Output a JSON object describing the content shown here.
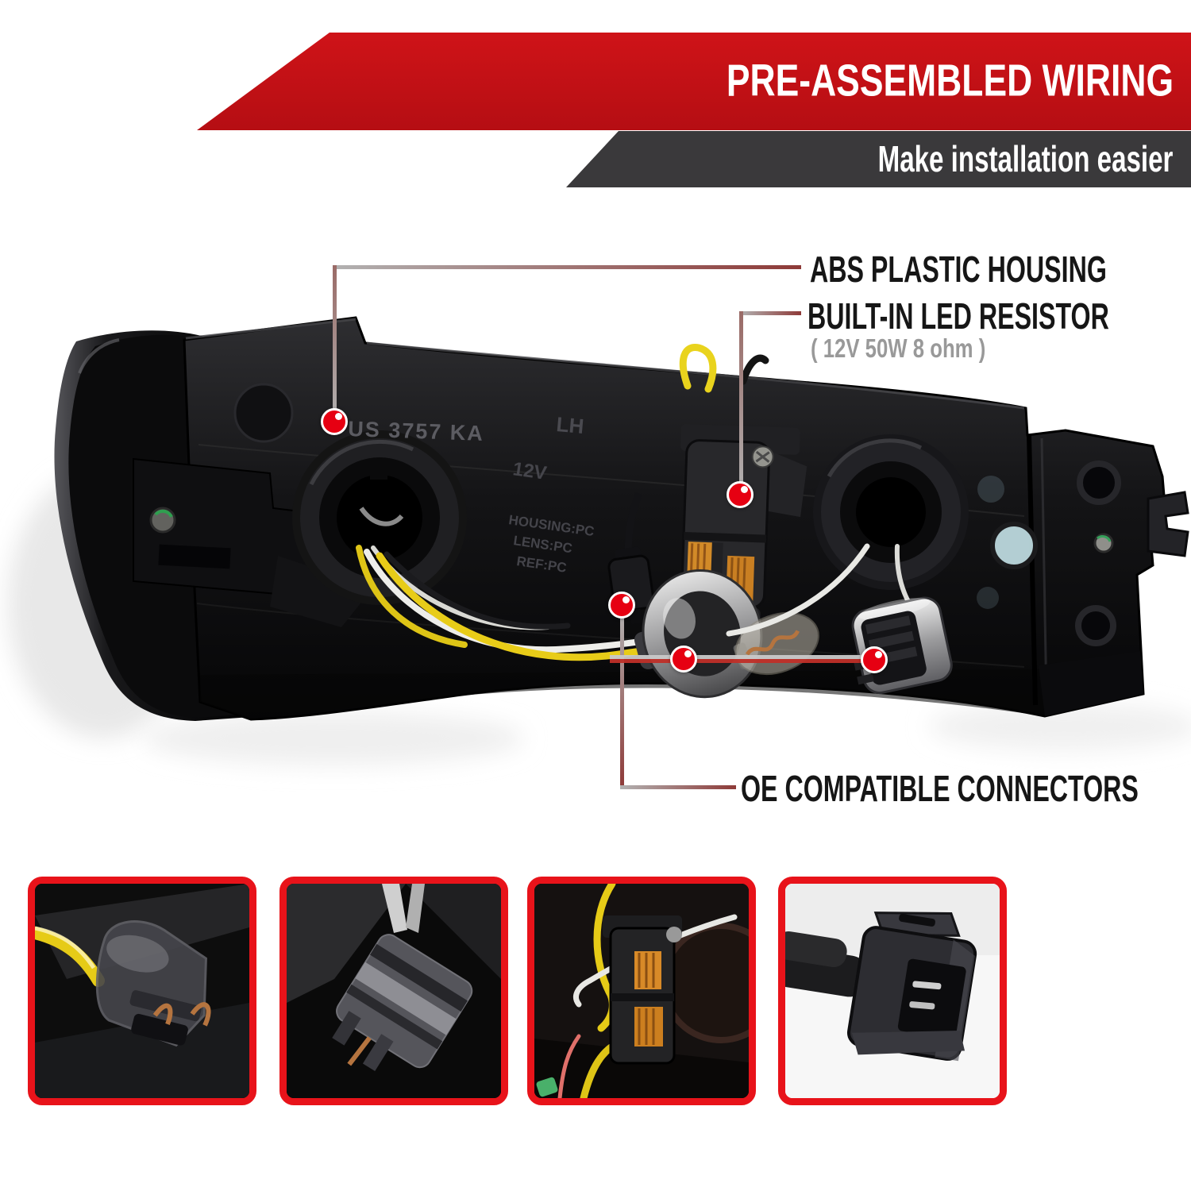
{
  "header": {
    "title": "PRE-ASSEMBLED WIRING",
    "subtitle": "Make installation easier"
  },
  "callouts": {
    "abs_housing": {
      "label": "ABS PLASTIC HOUSING"
    },
    "led_resistor": {
      "label": "BUILT-IN LED RESISTOR",
      "spec": "( 12V 50W 8 ohm )"
    },
    "oe_connectors": {
      "label": "OE COMPATIBLE CONNECTORS"
    }
  },
  "product": {
    "markings": {
      "part_code": "US 3757 KA",
      "side": "LH",
      "voltage": "12V",
      "housing_material": "HOUSING:PC",
      "lens_material": "LENS:PC",
      "reflector_material": "REF:PC"
    }
  },
  "thumbnails": [
    {
      "name": "wedge-socket-connector-photo"
    },
    {
      "name": "trailer-plug-connector-photo"
    },
    {
      "name": "led-resistor-wiring-photo"
    },
    {
      "name": "oe-plug-connector-photo"
    }
  ],
  "colors": {
    "banner_red": "#cf1318",
    "banner_red_deep": "#b50e13",
    "banner_dark": "#3a393b",
    "tile_border": "#e8131a",
    "dot_red": "#e60012",
    "line_gray": "#b2b2b2",
    "line_maroon": "#8e3a38",
    "spec_gray": "#999999",
    "wire_yellow": "#e8cc18",
    "wire_white": "#eeeeea",
    "copper": "#b5743f",
    "contact_orange": "#d28a28"
  }
}
